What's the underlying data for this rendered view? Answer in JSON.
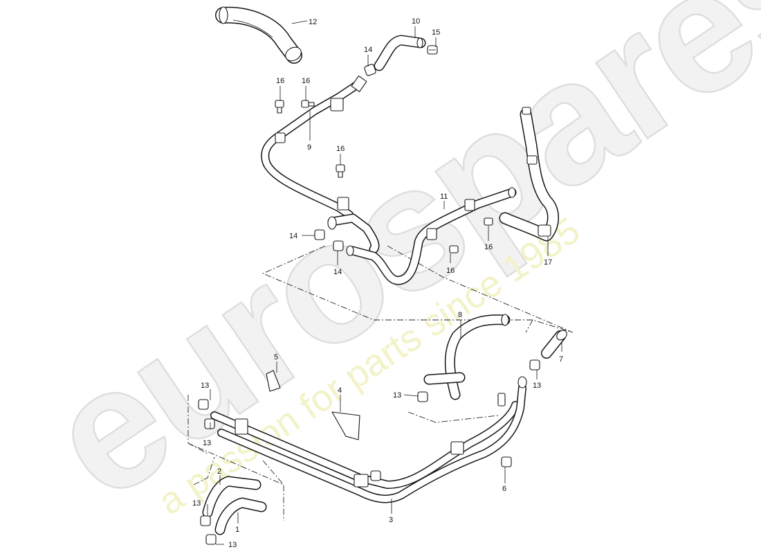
{
  "watermark": {
    "logo": "eurospares",
    "tagline": "a passion for parts since 1985",
    "logo_color": "#f2f2f2",
    "tagline_color": "#f3f2c8"
  },
  "callouts": {
    "n1": "1",
    "n2": "2",
    "n3": "3",
    "n4": "4",
    "n5": "5",
    "n6": "6",
    "n7": "7",
    "n8": "8",
    "n9": "9",
    "n10": "10",
    "n11": "11",
    "n12": "12",
    "n13": "13",
    "n14": "14",
    "n15": "15",
    "n16": "16",
    "n17": "17"
  }
}
